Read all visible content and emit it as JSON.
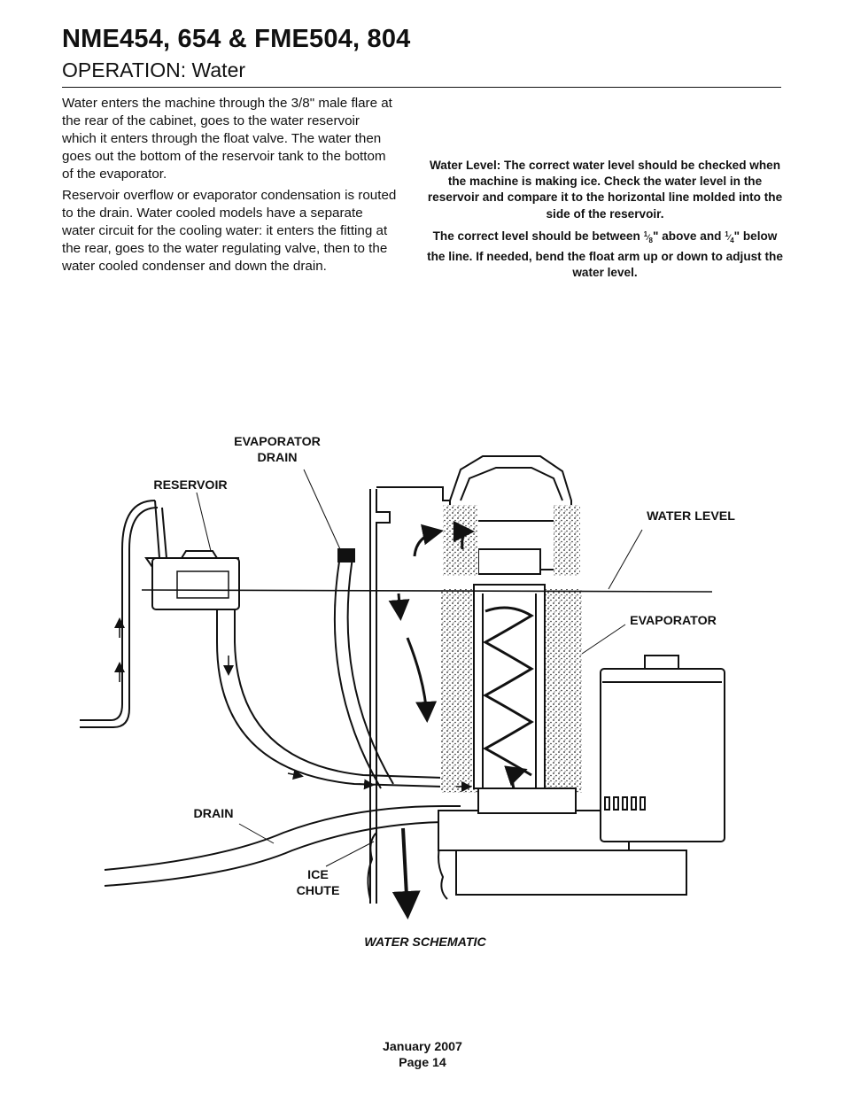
{
  "header": {
    "title": "NME454, 654 & FME504, 804",
    "subtitle": "OPERATION: Water"
  },
  "body": {
    "paragraphs": [
      "Water enters the machine through the 3/8\" male flare at the rear of the cabinet, goes to the water reservoir which it enters through the float valve. The water then goes out the bottom of the reservoir tank to the bottom of the evaporator.",
      "Reservoir overflow or evaporator condensation is routed to the drain.  Water cooled models have a separate water circuit for the cooling water: it enters the fitting at the rear, goes to the water regulating valve, then to the water cooled condenser and down the drain."
    ]
  },
  "callout": {
    "para1": "Water Level: The correct water level should be checked when the machine is making ice. Check the water level in the reservoir and compare it to the horizontal line molded into the side of the reservoir.",
    "para2_a": "The correct level should be between ",
    "frac1_num": "1",
    "frac1_den": "8",
    "para2_b": "\" above and ",
    "frac2_num": "1",
    "frac2_den": "4",
    "para2_c": "\" below the line. If needed, bend the float arm up or down to adjust the water level."
  },
  "diagram": {
    "labels": {
      "evaporator_drain": "EVAPORATOR\nDRAIN",
      "reservoir": "RESERVOIR",
      "water_level": "WATER LEVEL",
      "evaporator": "EVAPORATOR",
      "drain": "DRAIN",
      "ice_chute": "ICE\nCHUTE"
    },
    "caption": "WATER SCHEMATIC"
  },
  "footer": {
    "date": "January 2007",
    "page": "Page 14"
  }
}
